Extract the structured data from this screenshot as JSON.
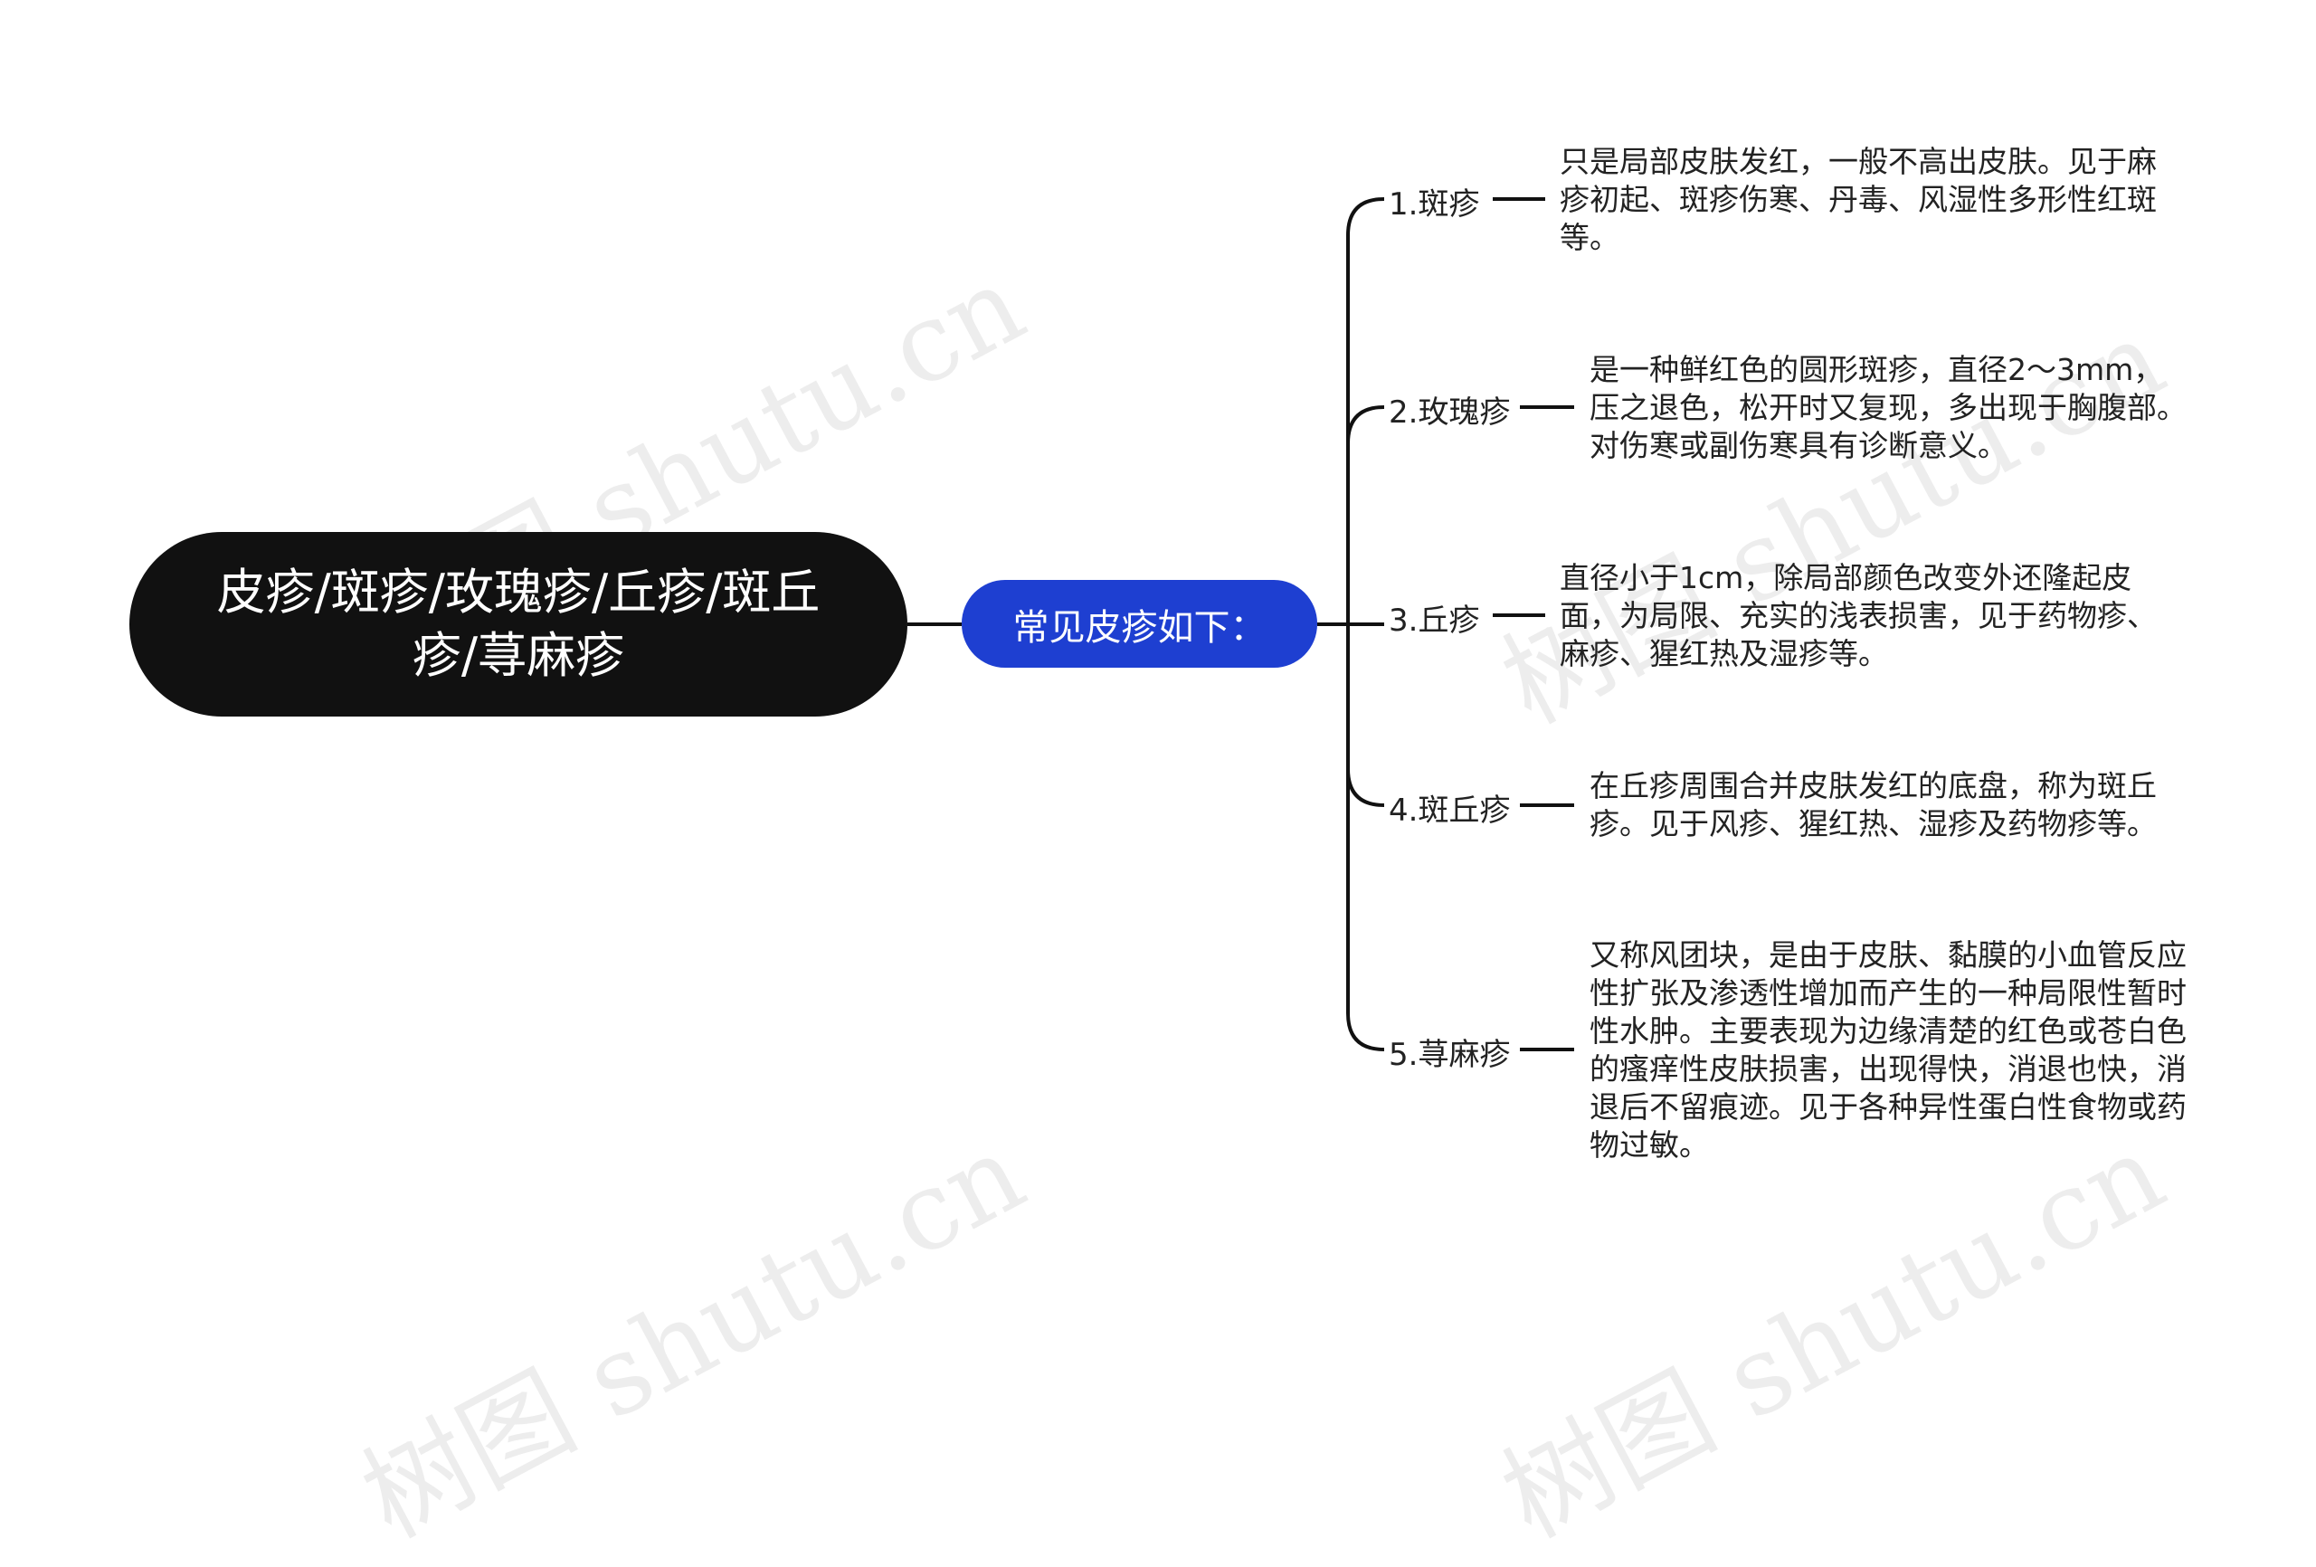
{
  "root": {
    "title": "皮疹/斑疹/玫瑰疹/丘疹/斑丘疹/荨麻疹"
  },
  "center": {
    "label": "常见皮疹如下："
  },
  "branches": [
    {
      "label": "1.斑疹",
      "desc": "只是局部皮肤发红，一般不高出皮肤。见于麻疹初起、斑疹伤寒、丹毒、风湿性多形性红斑等。"
    },
    {
      "label": "2.玫瑰疹",
      "desc": "是一种鲜红色的圆形斑疹，直径2～3mm，压之退色，松开时又复现，多出现于胸腹部。对伤寒或副伤寒具有诊断意义。"
    },
    {
      "label": "3.丘疹",
      "desc": "直径小于1cm，除局部颜色改变外还隆起皮面，为局限、充实的浅表损害，见于药物疹、麻疹、猩红热及湿疹等。"
    },
    {
      "label": "4.斑丘疹",
      "desc": "在丘疹周围合并皮肤发红的底盘，称为斑丘疹。见于风疹、猩红热、湿疹及药物疹等。"
    },
    {
      "label": "5.荨麻疹",
      "desc": "又称风团块，是由于皮肤、黏膜的小血管反应性扩张及渗透性增加而产生的一种局限性暂时性水肿。主要表现为边缘清楚的红色或苍白色的瘙痒性皮肤损害，出现得快，消退也快，消退后不留痕迹。见于各种异性蛋白性食物或药物过敏。"
    }
  ],
  "watermark": "树图 shutu.cn",
  "colors": {
    "root_bg": "#111111",
    "center_bg": "#1e3fd1",
    "line": "#111111"
  }
}
